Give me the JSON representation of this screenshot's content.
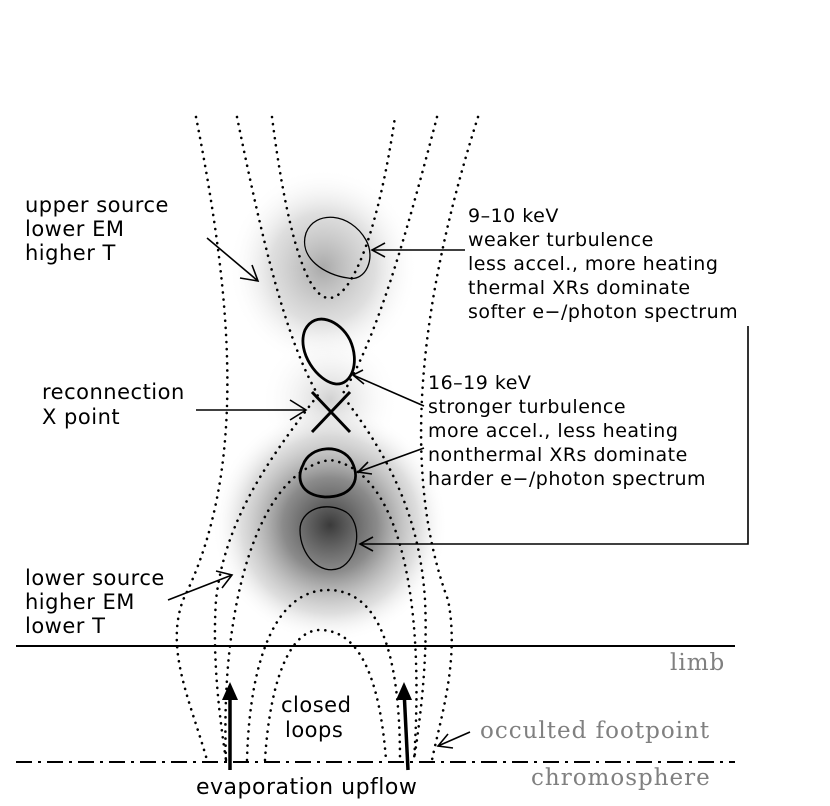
{
  "labels": {
    "upper_source": [
      "upper source",
      "lower EM",
      "higher T"
    ],
    "reconnection": [
      "reconnection",
      "X point"
    ],
    "lower_source": [
      "lower source",
      "higher EM",
      "lower T"
    ],
    "low_energy": [
      "9–10 keV",
      "weaker turbulence",
      "less accel., more heating",
      "thermal XRs dominate",
      "softer e−/photon spectrum"
    ],
    "high_energy": [
      "16–19 keV",
      "stronger turbulence",
      "more accel., less heating",
      "nonthermal XRs dominate",
      "harder e−/photon spectrum"
    ],
    "limb": "limb",
    "closed_loops": [
      "closed",
      "loops"
    ],
    "occulted_footpoint": "occulted footpoint",
    "evaporation": "evaporation upflow",
    "chromosphere": "chromosphere"
  }
}
